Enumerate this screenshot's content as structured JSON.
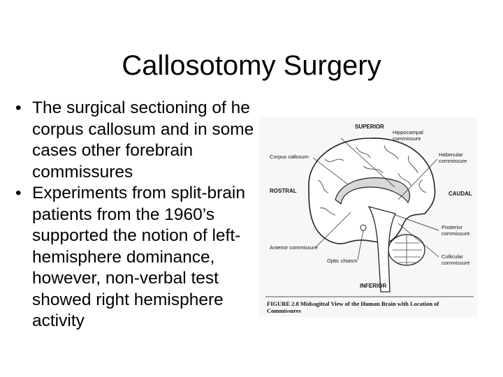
{
  "slide": {
    "title": "Callosotomy Surgery",
    "bullets": [
      {
        "text": "The surgical sectioning of he corpus callosum and in some cases other forebrain commissures"
      },
      {
        "text": "Experiments from split-brain patients from the 1960’s supported the notion of left-hemisphere dominance, however, non-verbal test showed right hemisphere activity"
      }
    ],
    "bullet_glyph": "•"
  },
  "figure": {
    "directions": {
      "superior": "SUPERIOR",
      "inferior": "INFERIOR",
      "rostral": "ROSTRAL",
      "caudal": "CAUDAL"
    },
    "labels": {
      "corpus_callosum": "Corpus callosum",
      "hippocampal_1": "Hippocampal",
      "hippocampal_2": "commissure",
      "habenular_1": "Habenular",
      "habenular_2": "commissure",
      "anterior_commissure": "Anterior commissure",
      "optic_chiasm": "Optic chiasm",
      "posterior_1": "Posterior",
      "posterior_2": "commissure",
      "collicular_1": "Collicular",
      "collicular_2": "commissure"
    },
    "caption_line1": "FIGURE 2.8   Midsagittal View of the Human Brain with Location of",
    "caption_line2": "Commissures"
  }
}
